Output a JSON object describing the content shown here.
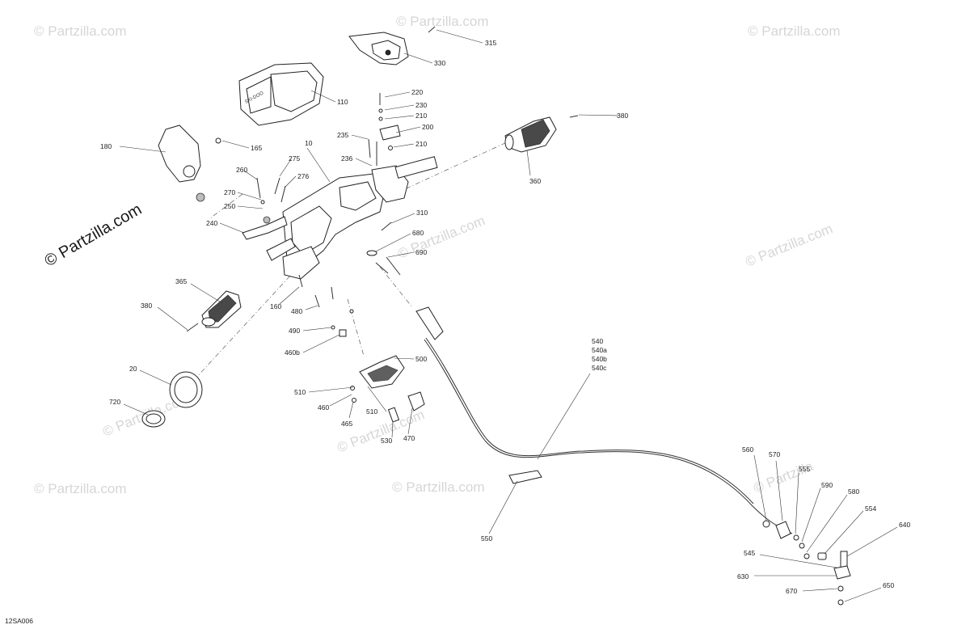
{
  "watermarks": {
    "brand": "© Partzilla.com",
    "brand_short": "© Partzilla"
  },
  "diagram_code": "12SA006",
  "callouts": [
    "315",
    "330",
    "110",
    "220",
    "230",
    "210",
    "200",
    "210b",
    "235",
    "236",
    "180",
    "165",
    "275",
    "276",
    "260",
    "270",
    "250",
    "240",
    "10",
    "380",
    "360",
    "310",
    "680",
    "690",
    "365",
    "380b",
    "160",
    "480",
    "490",
    "460b",
    "500",
    "20",
    "510",
    "460",
    "465",
    "510b",
    "470",
    "530",
    "720",
    "540",
    "540a",
    "540b",
    "540c",
    "560",
    "570",
    "555",
    "590",
    "580",
    "554",
    "640",
    "545",
    "630",
    "670",
    "650",
    "550"
  ],
  "labels": {
    "315": "315",
    "330": "330",
    "110": "110",
    "220": "220",
    "230": "230",
    "210": "210",
    "200": "200",
    "210b": "210",
    "235": "235",
    "236": "236",
    "180": "180",
    "165": "165",
    "275": "275",
    "276": "276",
    "260": "260",
    "270": "270",
    "250": "250",
    "240": "240",
    "10": "10",
    "380": "380",
    "360": "360",
    "310": "310",
    "680": "680",
    "690": "690",
    "365": "365",
    "380b": "380",
    "160": "160",
    "480": "480",
    "490": "490",
    "460b": "460b",
    "500": "500",
    "20": "20",
    "510": "510",
    "460": "460",
    "465": "465",
    "510b": "510",
    "470": "470",
    "530": "530",
    "720": "720",
    "540": "540",
    "540a": "540a",
    "540b": "540b",
    "540c": "540c",
    "560": "560",
    "570": "570",
    "555": "555",
    "590": "590",
    "580": "580",
    "554": "554",
    "640": "640",
    "545": "545",
    "630": "630",
    "670": "670",
    "650": "650",
    "550": "550"
  }
}
